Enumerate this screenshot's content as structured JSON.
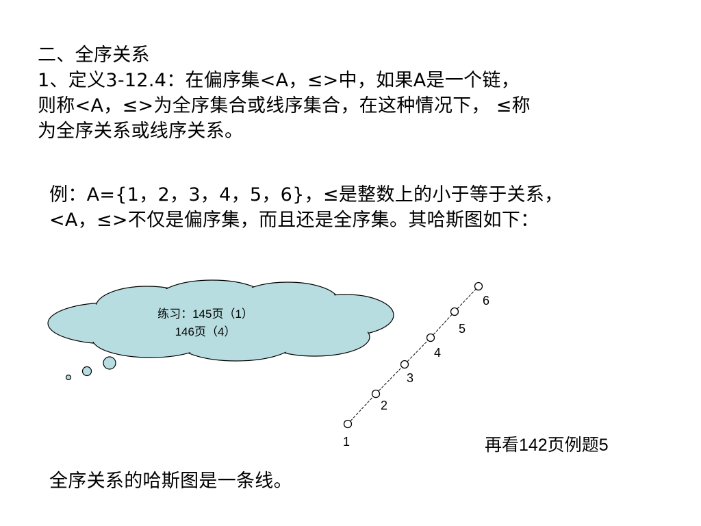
{
  "definition": {
    "section_title": "二、全序关系",
    "lines": [
      "1、定义3-12.4：在偏序集<A，≤>中，如果A是一个链，",
      "则称<A，≤>为全序集合或线序集合，在这种情况下， ≤称",
      "为全序关系或线序关系。"
    ]
  },
  "example": {
    "lines": [
      "例：A={1，2，3，4，5，6}，≤是整数上的小于等于关系，",
      "<A，≤>不仅是偏序集，而且还是全序集。其哈斯图如下："
    ]
  },
  "cloud": {
    "line1": "练习：145页（1）",
    "line2": "146页（4）",
    "fill_color": "#b7dde0"
  },
  "hasse": {
    "nodes": [
      "1",
      "2",
      "3",
      "4",
      "5",
      "6"
    ]
  },
  "note": "再看142页例题5",
  "conclusion": "全序关系的哈斯图是一条线。"
}
